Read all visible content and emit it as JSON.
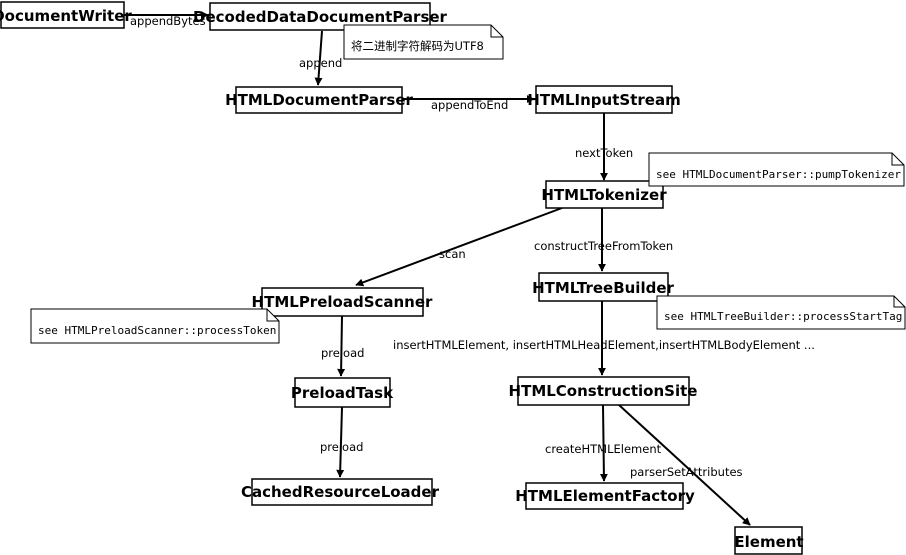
{
  "nodes": {
    "document_writer": "DocumentWriter",
    "decoded_data_document_parser": "DecodedDataDocumentParser",
    "html_document_parser": "HTMLDocumentParser",
    "html_input_stream": "HTMLInputStream",
    "html_tokenizer": "HTMLTokenizer",
    "html_preload_scanner": "HTMLPreloadScanner",
    "html_tree_builder": "HTMLTreeBuilder",
    "preload_task": "PreloadTask",
    "html_construction_site": "HTMLConstructionSite",
    "cached_resource_loader": "CachedResourceLoader",
    "html_element_factory": "HTMLElementFactory",
    "element": "Element"
  },
  "edges": {
    "append_bytes": "appendBytes",
    "append": "append",
    "append_to_end": "appendToEnd",
    "next_token": "nextToken",
    "scan": "scan",
    "construct_tree_from_token": "constructTreeFromToken",
    "preload_1": "preload",
    "preload_2": "preload",
    "insert_html_element": "insertHTMLElement, insertHTMLHeadElement,insertHTMLBodyElement ...",
    "create_html_element": "createHTMLElement",
    "parser_set_attributes": "parserSetAttributes"
  },
  "notes": {
    "decode_utf8": "将二进制字符解码为UTF8",
    "pump_tokenizer": "see HTMLDocumentParser::pumpTokenizer",
    "process_token": "see HTMLPreloadScanner::processToken",
    "process_start_tag": "see HTMLTreeBuilder::processStartTag"
  }
}
